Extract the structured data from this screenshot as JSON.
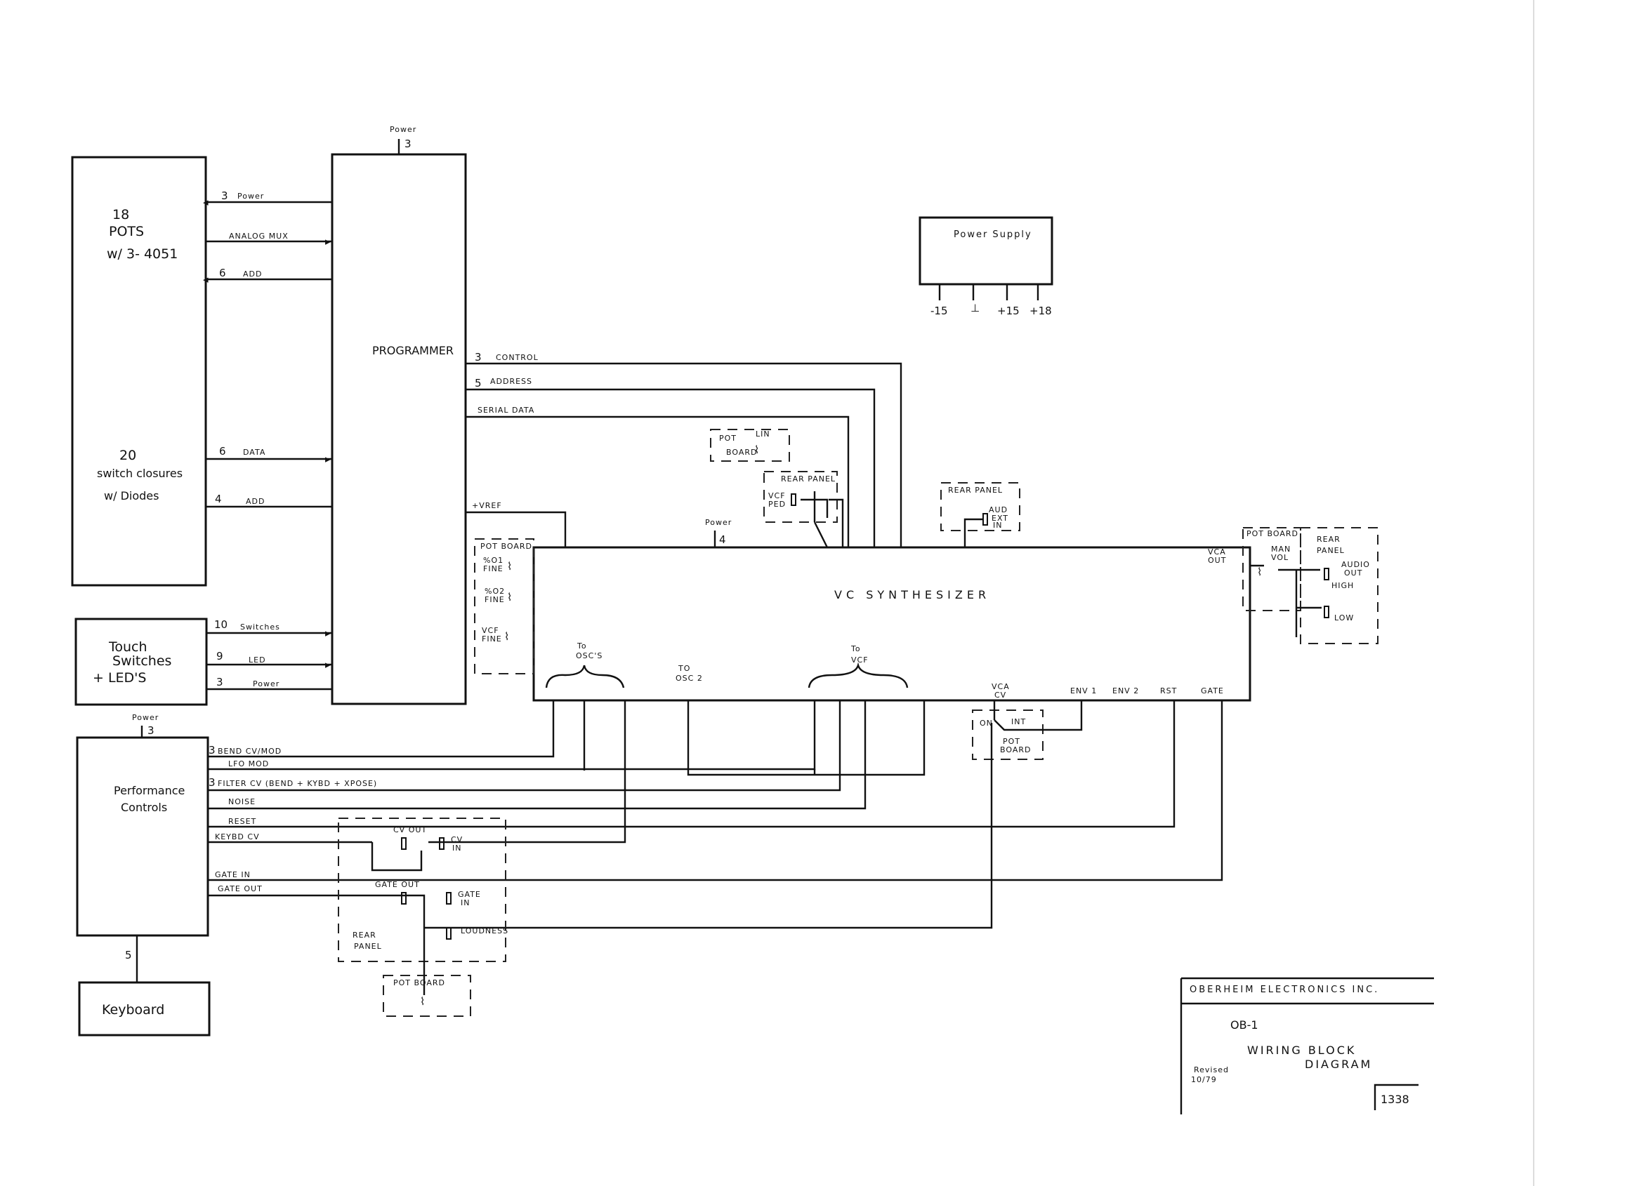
{
  "blocks": {
    "pots": {
      "line1": "18",
      "line2": "POTS",
      "line3": "w/ 3- 4051",
      "line4": "20",
      "line5": "switch closures",
      "line6": "w/ Diodes"
    },
    "programmer": {
      "label": "PROGRAMMER"
    },
    "touch": {
      "line1": "Touch",
      "line2": "Switches",
      "line3": "+ LED'S"
    },
    "performance": {
      "line1": "Performance",
      "line2": "Controls"
    },
    "keyboard": {
      "label": "Keyboard"
    },
    "vcs": {
      "label": "VC SYNTHESIZER"
    },
    "power_supply": {
      "label": "Power Supply",
      "t1": "-15",
      "t2": "+15",
      "t3": "+18"
    }
  },
  "power": {
    "programmer_label": "Power",
    "programmer_count": "3",
    "vcs_label": "Power",
    "vcs_count": "4",
    "perf_label": "Power",
    "perf_count": "3"
  },
  "signals": {
    "pots_power": {
      "count": "3",
      "label": "Power"
    },
    "analog_mux": {
      "label": "ANALOG MUX"
    },
    "pots_add": {
      "count": "6",
      "label": "ADD"
    },
    "switch_data": {
      "count": "6",
      "label": "DATA"
    },
    "switch_add": {
      "count": "4",
      "label": "ADD"
    },
    "touch_switches": {
      "count": "10",
      "label": "Switches"
    },
    "touch_led": {
      "count": "9",
      "label": "LED"
    },
    "touch_power": {
      "count": "3",
      "label": "Power"
    },
    "control": {
      "count": "3",
      "label": "CONTROL"
    },
    "address": {
      "count": "5",
      "label": "ADDRESS"
    },
    "serial_data": {
      "label": "SERIAL DATA"
    },
    "vref": {
      "label": "+VREF"
    },
    "bend": {
      "count": "3",
      "label": "BEND CV/MOD"
    },
    "lfo": {
      "label": "LFO MOD"
    },
    "filter": {
      "count": "3",
      "label": "FILTER CV (BEND + KYBD + XPOSE)"
    },
    "noise": {
      "label": "NOISE"
    },
    "reset": {
      "label": "RESET"
    },
    "keybd_cv": {
      "label": "KEYBD CV"
    },
    "gate_in": {
      "label": "GATE IN"
    },
    "gate_out": {
      "label": "GATE OUT"
    },
    "keyboard_bus": {
      "count": "5"
    }
  },
  "vcs_ports": {
    "to_oscs": "To",
    "to_oscs_2": "OSC'S",
    "to_osc2": "TO",
    "to_osc2_2": "OSC 2",
    "to_vcf": "To",
    "to_vcf_2": "VCF",
    "vca_cv": "VCA",
    "vca_cv_2": "CV",
    "env1": "ENV 1",
    "env2": "ENV 2",
    "rst": "RST",
    "gate": "GATE",
    "vca_out": "VCA",
    "vca_out_2": "OUT"
  },
  "sub": {
    "pot_board_top": {
      "title": "POT",
      "title2": "BOARD",
      "extra": "LIN"
    },
    "rear_panel_vcf": {
      "title": "REAR PANEL",
      "vcf": "VCF",
      "ped": "PED"
    },
    "rear_panel_aud": {
      "title": "REAR PANEL",
      "aud": "AUD",
      "ext": "EXT",
      "in": "IN"
    },
    "pot_board_left": {
      "title": "POT BOARD",
      "o1": "%O1",
      "o1b": "FINE",
      "o2": "%O2",
      "o2b": "FINE",
      "vcf": "VCF",
      "vcfb": "FINE"
    },
    "pot_board_vca": {
      "on": "ON",
      "int": "INT",
      "t1": "POT",
      "t2": "BOARD"
    },
    "pot_board_out": {
      "title": "POT BOARD",
      "man": "MAN",
      "vol": "VOL"
    },
    "rear_panel_out": {
      "title": "REAR",
      "title2": "PANEL",
      "audio": "AUDIO",
      "out": "OUT",
      "high": "HIGH",
      "low": "LOW"
    },
    "rear_panel_perf": {
      "cv_out": "CV OUT",
      "cv_in": "CV",
      "cv_in2": "IN",
      "gate_out": "GATE OUT",
      "gate_in": "GATE",
      "gate_in2": "IN",
      "loudness": "LOUDNESS",
      "title": "REAR",
      "title2": "PANEL"
    },
    "pot_board_bottom": {
      "title": "POT BOARD"
    }
  },
  "title_block": {
    "company": "OBERHEIM ELECTRONICS INC.",
    "model": "OB-1",
    "title1": "WIRING BLOCK",
    "title2": "DIAGRAM",
    "revised": "Revised",
    "date": "10/79",
    "number": "1338"
  }
}
